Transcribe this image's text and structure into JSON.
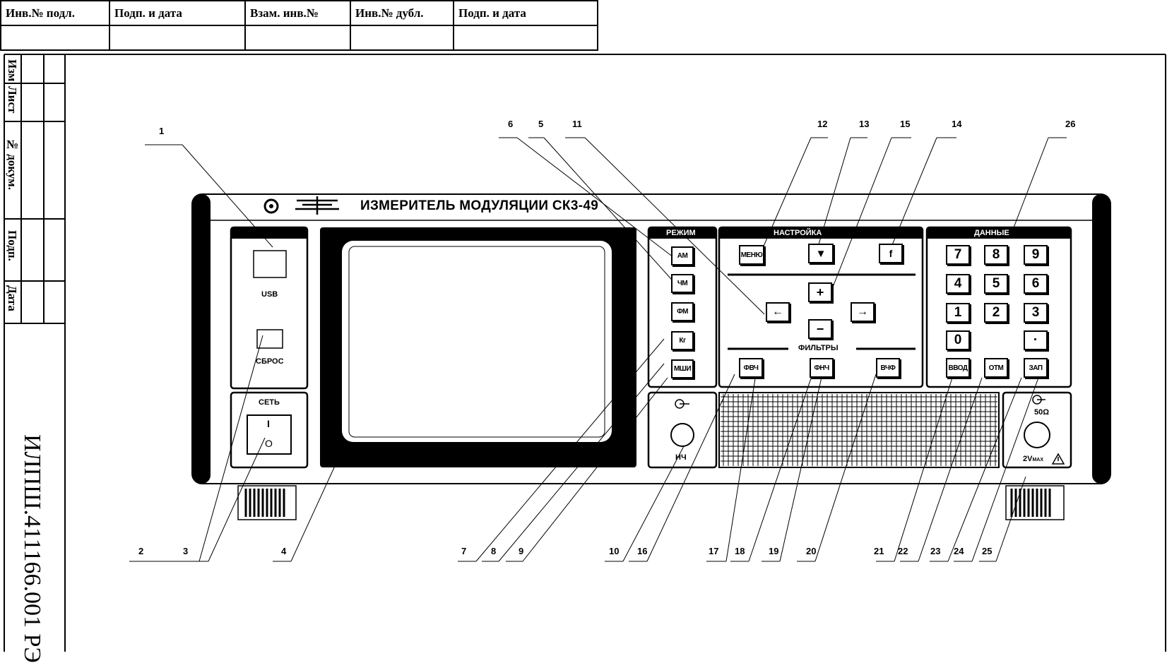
{
  "stamp": {
    "top_cells": [
      "Инв.№ подл.",
      "Подп. и дата",
      "Взам. инв.№",
      "Инв.№ дубл.",
      "Подп. и дата"
    ],
    "side_cells": [
      "Изм",
      "Лист",
      "№ докум.",
      "Подп.",
      "Дата"
    ],
    "doc_number": "ИЛПШ.411166.001 РЭ"
  },
  "device": {
    "title": "ИЗМЕРИТЕЛЬ МОДУЛЯЦИИ СК3-49",
    "left_panel": {
      "usb": "USB",
      "reset": "СБРОС",
      "power": "СЕТЬ",
      "power_on": "I",
      "power_off": "O"
    },
    "mode_group": {
      "label": "РЕЖИМ",
      "buttons": [
        "АМ",
        "ЧМ",
        "ФМ",
        "Кг",
        "МШИ"
      ]
    },
    "tune_group": {
      "label": "НАСТРОЙКА",
      "menu": "МЕНЮ",
      "down": "▼",
      "freq": "f",
      "plus": "+",
      "minus": "−",
      "left": "←",
      "right": "→",
      "filters_label": "ФИЛЬТРЫ",
      "filters": [
        "ФВЧ",
        "ФНЧ",
        "ВЧФ"
      ]
    },
    "data_group": {
      "label": "ДАННЫЕ",
      "keys": [
        "7",
        "8",
        "9",
        "4",
        "5",
        "6",
        "1",
        "2",
        "3",
        "0",
        "·"
      ],
      "actions": [
        "ВВОД",
        "ОТМ",
        "ЗАП"
      ]
    },
    "lf_input": {
      "label": "НЧ"
    },
    "rf_input": {
      "impedance": "50Ω",
      "max": "2V",
      "max_sub": "MAX"
    }
  },
  "callouts": [
    "1",
    "2",
    "3",
    "4",
    "5",
    "6",
    "7",
    "8",
    "9",
    "10",
    "11",
    "12",
    "13",
    "14",
    "15",
    "16",
    "17",
    "18",
    "19",
    "20",
    "21",
    "22",
    "23",
    "24",
    "25",
    "26"
  ]
}
